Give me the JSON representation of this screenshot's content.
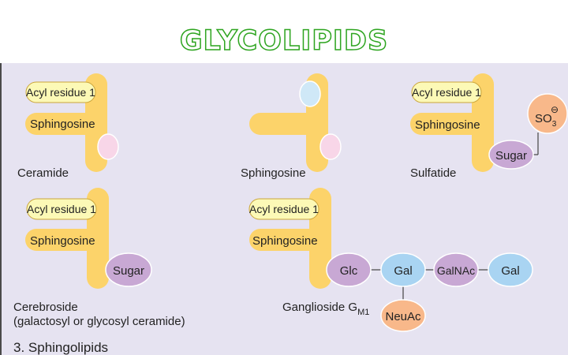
{
  "title": "GLYCOLIPIDS",
  "molecules": {
    "ceramide": {
      "name": "Ceramide",
      "acyl": "Acyl residue 1",
      "sphingosine": "Sphingosine"
    },
    "sphingosine": {
      "name": "Sphingosine"
    },
    "sulfatide": {
      "name": "Sulfatide",
      "acyl": "Acyl residue 1",
      "sphingosine": "Sphingosine",
      "sugar": "Sugar",
      "sulfate": "SO",
      "sulfate_sub": "3",
      "sulfate_charge": "⊖"
    },
    "cerebroside": {
      "name_line1": "Cerebroside",
      "name_line2": "(galactosyl or glycosyl ceramide)",
      "acyl": "Acyl residue 1",
      "sphingosine": "Sphingosine",
      "sugar": "Sugar"
    },
    "ganglioside": {
      "name": "Ganglioside G",
      "name_sub": "M1",
      "acyl": "Acyl residue 1",
      "sphingosine": "Sphingosine",
      "glc": "Glc",
      "gal1": "Gal",
      "galnac": "GalNAc",
      "gal2": "Gal",
      "neuac": "NeuAc"
    }
  },
  "caption": "3. Sphingolipids",
  "colors": {
    "title_outline": "#2fa521",
    "backbone": "#fcd36a",
    "label_box": "#fcf9b6",
    "pink_head": "#f8d6e8",
    "blue_head": "#cfe8f7",
    "sulfate": "#f8b88a",
    "sugar": "#c8a8d4",
    "hexose": "#a9d4f2",
    "panel": "#e6e3f1"
  }
}
